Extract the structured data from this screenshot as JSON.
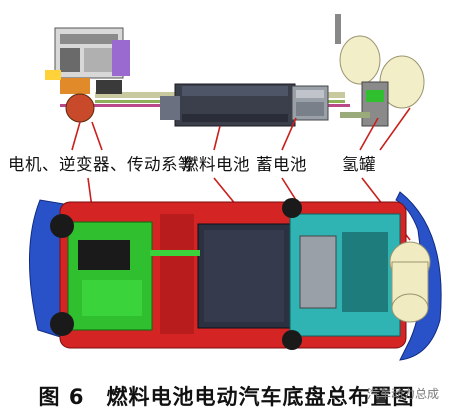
{
  "labels": {
    "motor": "电机、逆变器、传动系等",
    "fuel_cell": "燃料电池",
    "battery": "蓄电池",
    "h2_tank": "氢罐"
  },
  "caption": "图 6　燃料电池电动汽车底盘总布置图",
  "watermark": "汽车动力总成",
  "colors": {
    "chassis_blue": "#2a52c8",
    "body_red": "#d42424",
    "battery_teal": "#2fb3b3",
    "motor_green": "#2fbf2f",
    "fuel_cell_dark": "#2b3140",
    "tank_cream": "#f0ebc0",
    "pointer": "#c8201c"
  }
}
